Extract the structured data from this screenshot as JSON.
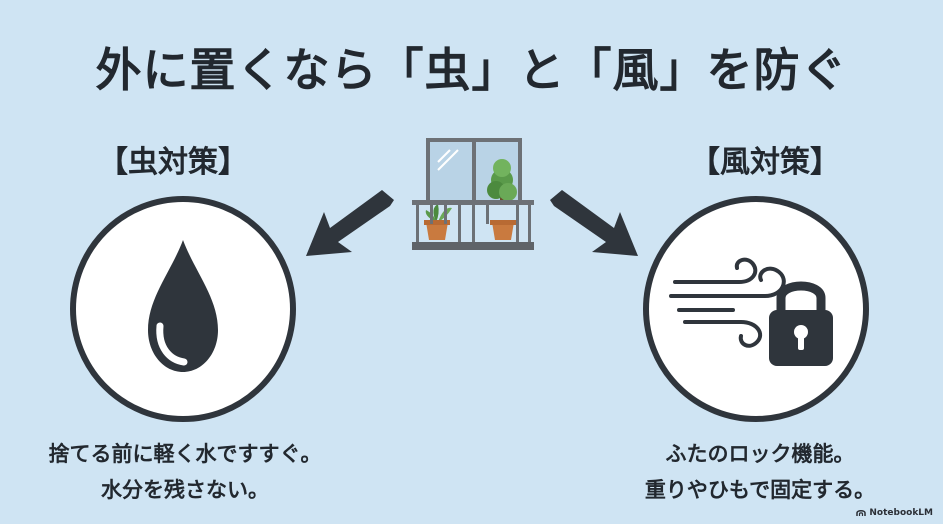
{
  "title": "外に置くなら「虫」と「風」を防ぐ",
  "left_panel": {
    "label": "【虫対策】",
    "icon": "water-drop-icon",
    "caption_line1": "捨てる前に軽く水ですすぐ。",
    "caption_line2": "水分を残さない。"
  },
  "right_panel": {
    "label": "【風対策】",
    "icon": "wind-lock-icon",
    "caption_line1": "ふたのロック機能。",
    "caption_line2": "重りやひもで固定する。"
  },
  "center_icon": "balcony-plants-icon",
  "brand": "NotebookLM",
  "colors": {
    "background": "#cfe4f3",
    "ink": "#2f353c",
    "circle_fill": "#ffffff"
  }
}
